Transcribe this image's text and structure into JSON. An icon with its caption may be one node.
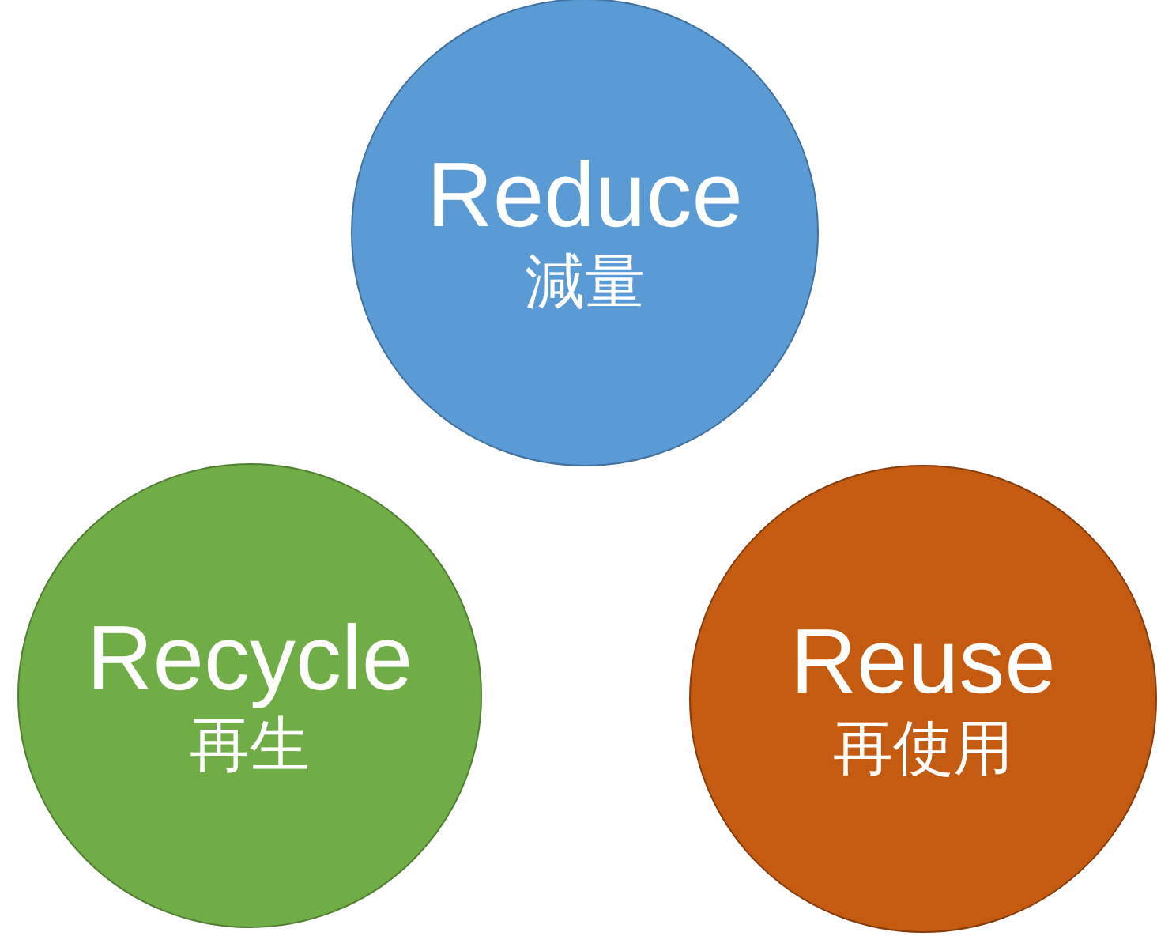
{
  "diagram": {
    "nodes": [
      {
        "text": [
          "Reduce",
          "減量"
        ]
      },
      {
        "text": [
          "Recycle",
          "再生"
        ]
      },
      {
        "text": [
          "Reuse",
          "再使用"
        ]
      }
    ]
  }
}
